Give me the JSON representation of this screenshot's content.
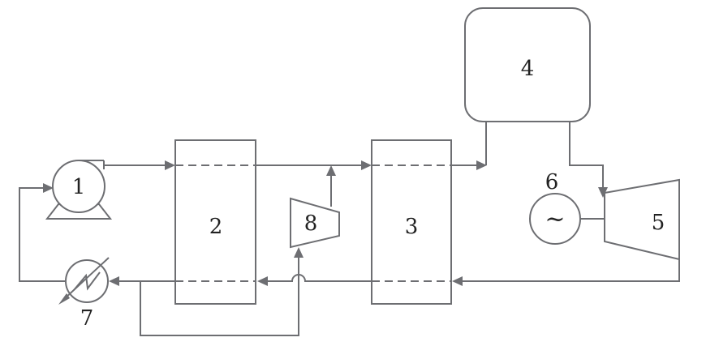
{
  "labels": {
    "pump": "1",
    "heat_exchanger_2": "2",
    "heat_exchanger_3": "3",
    "reservoir": "4",
    "turbine": "5",
    "generator": "6",
    "cooler": "7",
    "compressor": "8",
    "generator_symbol": "~"
  },
  "colors": {
    "line": "#6d6e72",
    "text": "#222222",
    "background": "#ffffff"
  }
}
